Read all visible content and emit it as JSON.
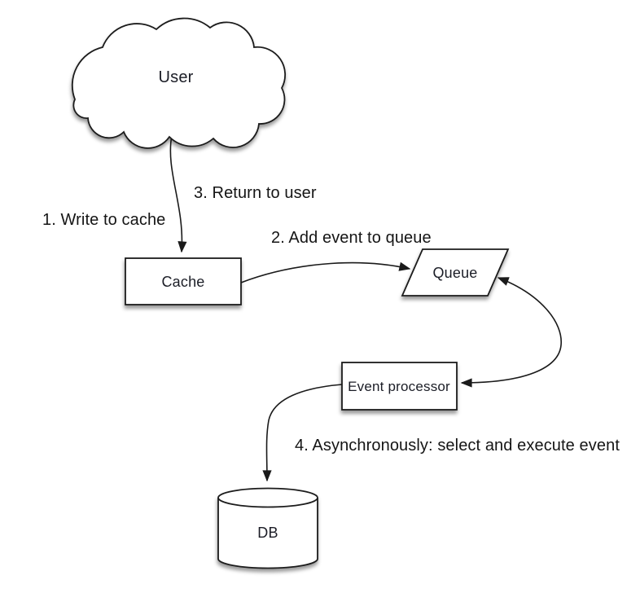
{
  "diagram": {
    "nodes": {
      "user": {
        "label": "User",
        "shape": "cloud"
      },
      "cache": {
        "label": "Cache",
        "shape": "rectangle"
      },
      "queue": {
        "label": "Queue",
        "shape": "parallelogram"
      },
      "event_processor": {
        "label": "Event processor",
        "shape": "rectangle"
      },
      "db": {
        "label": "DB",
        "shape": "cylinder"
      }
    },
    "annotations": {
      "step1": "1. Write to cache",
      "step2": "2. Add event to queue",
      "step3": "3. Return to user",
      "step4": "4. Asynchronously: select and execute event"
    },
    "edges": [
      {
        "from": "user",
        "to": "cache",
        "style": "arrow",
        "label_ref": "step1"
      },
      {
        "from": "cache",
        "to": "queue",
        "style": "arrow",
        "label_ref": "step2"
      },
      {
        "from": "queue",
        "to": "event_processor",
        "style": "double-arrow"
      },
      {
        "from": "event_processor",
        "to": "db",
        "style": "arrow",
        "label_ref": "step4"
      }
    ],
    "colors": {
      "stroke": "#1a1a1a",
      "node_fill": "#ffffff",
      "text": "#1b1d26",
      "background": "#ffffff"
    }
  }
}
